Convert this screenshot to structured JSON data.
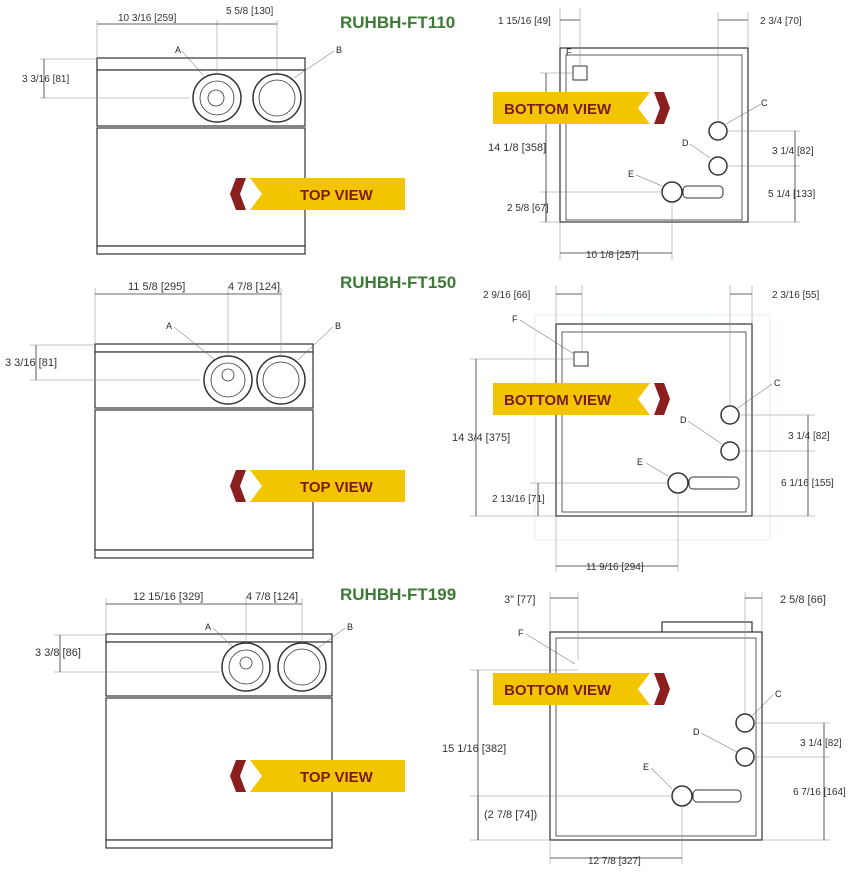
{
  "models": [
    {
      "name": "RUHBH-FT110",
      "top_dims": {
        "a_dist": "10 3/16",
        "a_mm": "[259]",
        "ab": "5 5/8",
        "ab_mm": "[130]",
        "depth": "3 3/16",
        "depth_mm": "[81]"
      },
      "bottom_dims": {
        "f_left": "1 15/16",
        "f_left_mm": "[49]",
        "c_right": "2 3/4",
        "c_right_mm": "[70]",
        "height": "14 1/8",
        "height_mm": "[358]",
        "cd": "3 1/4",
        "cd_mm": "[82]",
        "e_bottom": "5 1/4",
        "e_bottom_mm": "[133]",
        "f_bottom": "2 5/8",
        "f_bottom_mm": "[67]",
        "width": "10 1/8",
        "width_mm": "[257]"
      }
    },
    {
      "name": "RUHBH-FT150",
      "top_dims": {
        "a_dist": "11 5/8",
        "a_mm": "[295]",
        "ab": "4 7/8",
        "ab_mm": "[124]",
        "depth": "3 3/16",
        "depth_mm": "[81]"
      },
      "bottom_dims": {
        "f_left": "2 9/16",
        "f_left_mm": "[66]",
        "c_right": "2 3/16",
        "c_right_mm": "[55]",
        "height": "14 3/4",
        "height_mm": "[375]",
        "cd": "3 1/4",
        "cd_mm": "[82]",
        "e_bottom": "6 1/16",
        "e_bottom_mm": "[155]",
        "f_bottom": "2 13/16",
        "f_bottom_mm": "[71]",
        "width": "11 9/16",
        "width_mm": "[294]"
      }
    },
    {
      "name": "RUHBH-FT199",
      "top_dims": {
        "a_dist": "12 15/16",
        "a_mm": "[329]",
        "ab": "4 7/8",
        "ab_mm": "[124]",
        "depth": "3 3/8",
        "depth_mm": "[86]"
      },
      "bottom_dims": {
        "f_left": "3\"",
        "f_left_mm": "[77]",
        "c_right": "2 5/8",
        "c_right_mm": "[66]",
        "height": "15 1/16",
        "height_mm": "[382]",
        "cd": "3 1/4",
        "cd_mm": "[82]",
        "e_bottom": "6 7/16",
        "e_bottom_mm": "[164]",
        "f_bottom": "(2 7/8",
        "f_bottom_mm": "[74])",
        "width": "12 7/8",
        "width_mm": "[327]"
      }
    }
  ],
  "labels": {
    "top_view": "TOP VIEW",
    "bottom_view": "BOTTOM VIEW",
    "a": "A",
    "b": "B",
    "c": "C",
    "d": "D",
    "e": "E",
    "f": "F"
  },
  "colors": {
    "model": "#3c7a35",
    "banner": "#f2c500",
    "banner_text": "#7a1b1b",
    "chevron": "#8b1e1e"
  }
}
